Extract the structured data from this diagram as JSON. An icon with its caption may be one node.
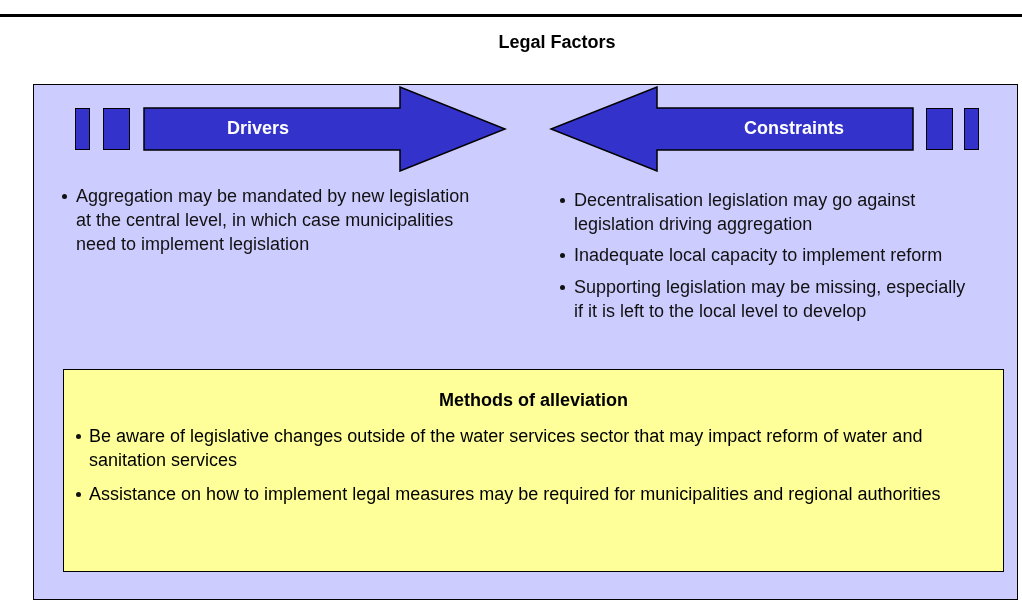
{
  "diagram": {
    "title": "Legal Factors",
    "nodes": [
      {
        "text": [
          "Drivers"
        ]
      },
      {
        "text": [
          "Constraints"
        ]
      },
      {
        "text": [
          "Methods of alleviation",
          "Be aware of legislative changes outside of the water services sector that may impact reform of water and sanitation services",
          "Assistance on how to implement legal measures may be required for municipalities and regional authorities"
        ]
      }
    ],
    "edges": [],
    "labels": [
      "Aggregation may be mandated by new legislation at the central level, in which case municipalities need to implement legislation",
      "Decentralisation legislation may go against legislation driving aggregation",
      "Inadequate local capacity to implement reform",
      "Supporting legislation may be missing, especially if it is left to the local level to develop"
    ]
  }
}
